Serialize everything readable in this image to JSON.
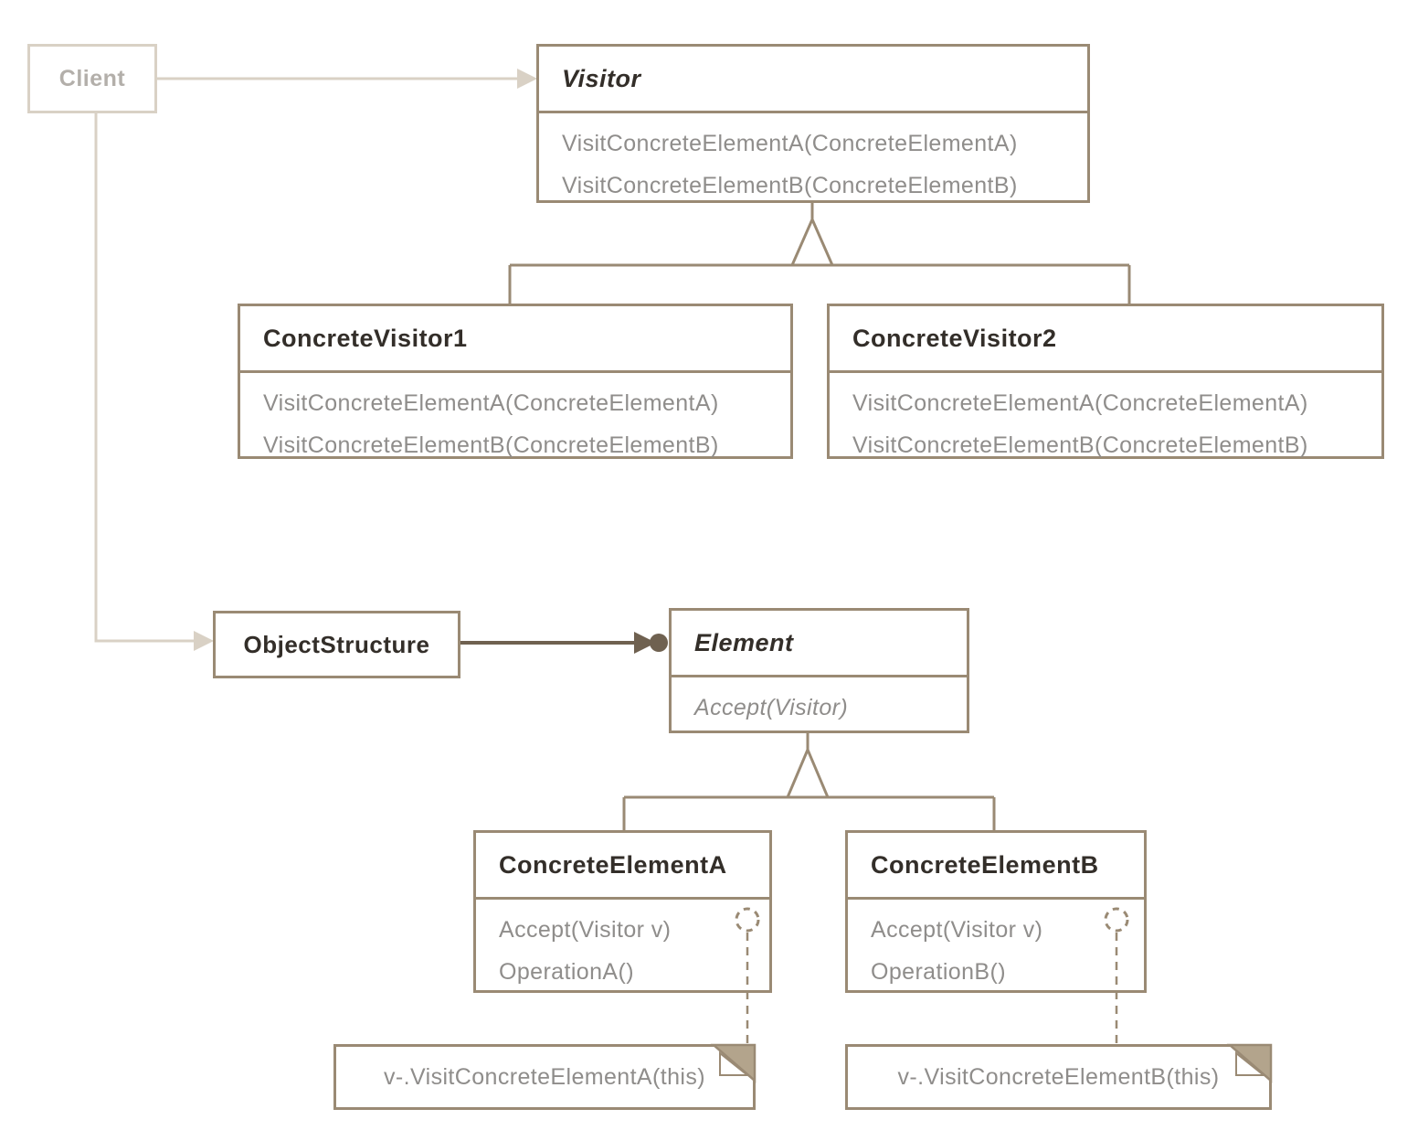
{
  "colors": {
    "box_border": "#9a8a74",
    "light_line": "#d9d1c5",
    "dark_line": "#6f6150",
    "title_text": "#332e29",
    "method_text": "#8f8d8b",
    "client_text": "#b3afaa",
    "note_fold_fill": "#b3a48c",
    "background": "#ffffff"
  },
  "classes": {
    "client": {
      "name": "Client"
    },
    "visitor": {
      "name": "Visitor",
      "methods": [
        "VisitConcreteElementA(ConcreteElementA)",
        "VisitConcreteElementB(ConcreteElementB)"
      ]
    },
    "concrete_visitor1": {
      "name": "ConcreteVisitor1",
      "methods": [
        "VisitConcreteElementA(ConcreteElementA)",
        "VisitConcreteElementB(ConcreteElementB)"
      ]
    },
    "concrete_visitor2": {
      "name": "ConcreteVisitor2",
      "methods": [
        "VisitConcreteElementA(ConcreteElementA)",
        "VisitConcreteElementB(ConcreteElementB)"
      ]
    },
    "object_structure": {
      "name": "ObjectStructure"
    },
    "element": {
      "name": "Element",
      "methods": [
        "Accept(Visitor)"
      ]
    },
    "concrete_element_a": {
      "name": "ConcreteElementA",
      "methods": [
        "Accept(Visitor v)",
        "OperationA()"
      ]
    },
    "concrete_element_b": {
      "name": "ConcreteElementB",
      "methods": [
        "Accept(Visitor v)",
        "OperationB()"
      ]
    }
  },
  "notes": {
    "a": {
      "text": "v-.VisitConcreteElementA(this)"
    },
    "b": {
      "text": "v-.VisitConcreteElementB(this)"
    }
  },
  "relationships": [
    {
      "from": "Client",
      "to": "Visitor",
      "type": "dependency-arrow"
    },
    {
      "from": "Client",
      "to": "ObjectStructure",
      "type": "dependency-arrow"
    },
    {
      "from": "ConcreteVisitor1",
      "to": "Visitor",
      "type": "generalization"
    },
    {
      "from": "ConcreteVisitor2",
      "to": "Visitor",
      "type": "generalization"
    },
    {
      "from": "ObjectStructure",
      "to": "Element",
      "type": "aggregation-arrow"
    },
    {
      "from": "ConcreteElementA",
      "to": "Element",
      "type": "generalization"
    },
    {
      "from": "ConcreteElementB",
      "to": "Element",
      "type": "generalization"
    },
    {
      "from": "ConcreteElementA.Accept",
      "to": "note_a",
      "type": "note-anchor"
    },
    {
      "from": "ConcreteElementB.Accept",
      "to": "note_b",
      "type": "note-anchor"
    }
  ]
}
